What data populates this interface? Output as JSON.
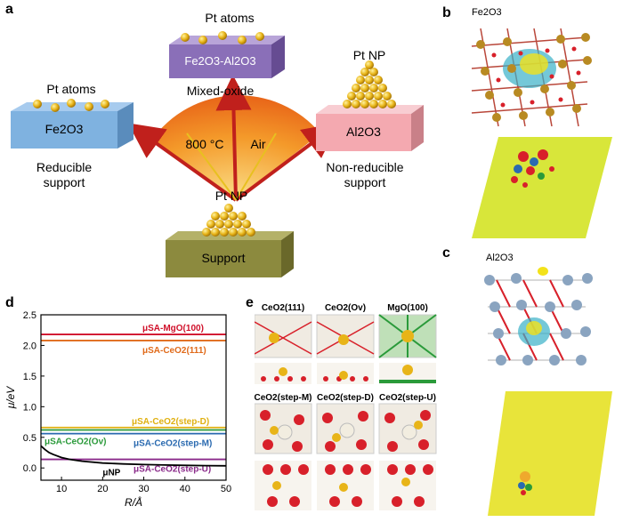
{
  "panels": {
    "a": "a",
    "b": "b",
    "c": "c",
    "d": "d",
    "e": "e"
  },
  "panel_a": {
    "fe_block": {
      "top_label": "Pt atoms",
      "block_label": "Fe2O3",
      "caption_line1": "Reducible",
      "caption_line2": "support"
    },
    "mixed_block": {
      "top_label": "Pt atoms",
      "block_label": "Fe2O3-Al2O3",
      "caption": "Mixed-oxide"
    },
    "al_block": {
      "top_label": "Pt NP",
      "block_label": "Al2O3",
      "caption_line1": "Non-reducible",
      "caption_line2": "support"
    },
    "support_block": {
      "top_label": "Pt NP",
      "block_label": "Support"
    },
    "condition_temp": "800 °C",
    "condition_gas": "Air",
    "colors": {
      "fe": "#7fb2e0",
      "mixed": "#8a6fb8",
      "al": "#f4a9b0",
      "support": "#8c8a3e",
      "fan": "#f07b22",
      "arrow": "#c0201c"
    }
  },
  "panel_b": {
    "label": "Fe2O3"
  },
  "panel_c": {
    "label": "Al2O3"
  },
  "panel_e": {
    "cells": [
      "CeO2(111)",
      "CeO2(Ov)",
      "MgO(100)",
      "CeO2(step-M)",
      "CeO2(step-D)",
      "CeO2(step-U)"
    ]
  },
  "chart_data": {
    "type": "line",
    "xlabel": "R/Å",
    "ylabel": "μ/eV",
    "xlim": [
      5,
      50
    ],
    "ylim": [
      -0.2,
      2.5
    ],
    "xticks": [
      10,
      20,
      30,
      40,
      50
    ],
    "yticks": [
      0.0,
      0.5,
      1.0,
      1.5,
      2.0,
      2.5
    ],
    "series": [
      {
        "name": "μSA-MgO(100)",
        "y": 2.18,
        "color": "#d0102a"
      },
      {
        "name": "μSA-CeO2(111)",
        "y": 2.08,
        "color": "#e06a1a"
      },
      {
        "name": "μSA-CeO2(step-D)",
        "y": 0.66,
        "color": "#e0b010"
      },
      {
        "name": "μSA-CeO2(Ov)",
        "y": 0.62,
        "color": "#2a9a3a"
      },
      {
        "name": "μSA-CeO2(step-M)",
        "y": 0.56,
        "color": "#2a6ab0"
      },
      {
        "name": "μSA-CeO2(step-U)",
        "y": 0.14,
        "color": "#8a2a8a"
      }
    ],
    "np_curve": {
      "name": "μNP",
      "x": [
        5,
        6,
        7,
        8,
        10,
        12,
        15,
        20,
        25,
        30,
        35,
        40,
        45,
        50
      ],
      "y": [
        0.36,
        0.3,
        0.25,
        0.22,
        0.17,
        0.14,
        0.11,
        0.08,
        0.065,
        0.055,
        0.048,
        0.042,
        0.038,
        0.035
      ]
    }
  }
}
